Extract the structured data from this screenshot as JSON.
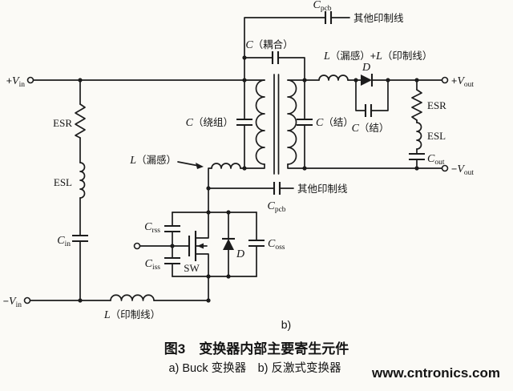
{
  "figure": {
    "sub_label": "b)",
    "title": "图3　变换器内部主要寄生元件",
    "caption": "a) Buck 变换器　b) 反激式变换器",
    "watermark": "www.cntronics.com",
    "watermark_color": "#4bb749"
  },
  "labels": {
    "vin_pos": {
      "sign": "+",
      "base": "V",
      "sub": "in"
    },
    "vin_neg": {
      "sign": "−",
      "base": "V",
      "sub": "in"
    },
    "vout_pos": {
      "sign": "+",
      "base": "V",
      "sub": "out"
    },
    "vout_neg": {
      "sign": "−",
      "base": "V",
      "sub": "out"
    },
    "esr_left": "ESR",
    "esl_left": "ESL",
    "esr_right": "ESR",
    "esl_right": "ESL",
    "cin": {
      "base": "C",
      "sub": "in"
    },
    "cout": {
      "base": "C",
      "sub": "out"
    },
    "cpcb_top": {
      "base": "C",
      "sub": "pcb"
    },
    "cpcb_bottom": {
      "base": "C",
      "sub": "pcb"
    },
    "crss": {
      "base": "C",
      "sub": "rss"
    },
    "ciss": {
      "base": "C",
      "sub": "iss"
    },
    "coss": {
      "base": "C",
      "sub": "oss"
    },
    "c_coupling": {
      "base": "C",
      "rest": "（耦合）"
    },
    "c_winding": {
      "base": "C",
      "rest": "（绕组）"
    },
    "c_junction_sec": {
      "base": "C",
      "rest": "（结）"
    },
    "c_junction_diode": {
      "base": "C",
      "rest": "（结）"
    },
    "l_leak": {
      "base": "L",
      "rest": "（漏感）"
    },
    "l_print": {
      "base": "L",
      "rest": "（印制线）"
    },
    "l_leak_plus_print": {
      "b1": "L",
      "r1": "（漏感）+",
      "b2": "L",
      "r2": "（印制线）"
    },
    "other_trace_top": "其他印制线",
    "other_trace_mid": "其他印制线",
    "diode_out": "D",
    "diode_body": "D",
    "sw": "SW"
  }
}
